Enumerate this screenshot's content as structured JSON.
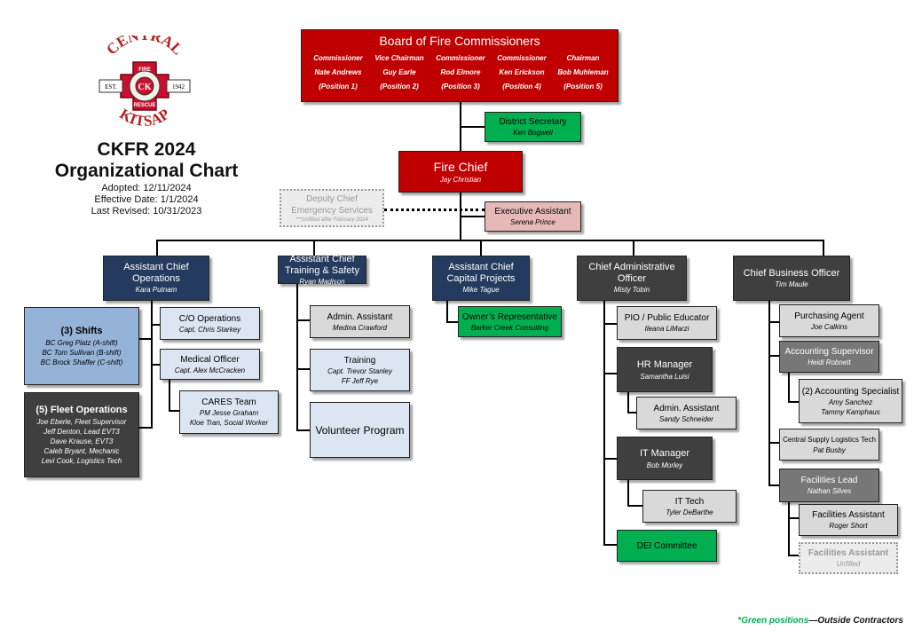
{
  "title": {
    "line1": "CKFR 2024",
    "line2": "Organizational Chart"
  },
  "dates": {
    "adopted": "Adopted: 12/11/2024",
    "effective": "Effective Date: 1/1/2024",
    "revised": "Last Revised: 10/31/2023"
  },
  "logo": {
    "top_text": "CENTRAL",
    "bottom_text": "KITSAP",
    "fire": "FIRE",
    "rescue": "RESCUE",
    "est": "EST.",
    "year": "1942",
    "mono": "CK"
  },
  "board": {
    "title": "Board of Fire Commissioners",
    "members": [
      {
        "role": "Commissioner",
        "name": "Nate Andrews",
        "position": "(Position 1)"
      },
      {
        "role": "Vice Chairman",
        "name": "Guy Earle",
        "position": "(Position 2)"
      },
      {
        "role": "Commissioner",
        "name": "Rod Elmore",
        "position": "(Position 3)"
      },
      {
        "role": "Commissioner",
        "name": "Ken Erickson",
        "position": "(Position 4)"
      },
      {
        "role": "Chairman",
        "name": "Bob Muhleman",
        "position": "(Position 5)"
      }
    ]
  },
  "district_secretary": {
    "title": "District Secretary",
    "name": "Ken Bogwell"
  },
  "fire_chief": {
    "title": "Fire Chief",
    "name": "Jay Christian"
  },
  "deputy_chief": {
    "title1": "Deputy Chief",
    "title2": "Emergency Services",
    "note": "***Unfilled after February 2024"
  },
  "exec_assistant": {
    "title": "Executive Assistant",
    "name": "Serena Prince"
  },
  "ac_ops": {
    "title1": "Assistant Chief",
    "title2": "Operations",
    "name": "Kara Putnam",
    "shifts": {
      "title": "(3) Shifts",
      "people": [
        "BC Greg Platz (A-shift)",
        "BC Tom Sullivan (B-shift)",
        "BC Brock Shaffer (C-shift)"
      ]
    },
    "fleet": {
      "title": "(5) Fleet Operations",
      "people": [
        "Joe Eberle, Fleet Supervisor",
        "Jeff Denton, Lead EVT3",
        "Dave Krause, EVT3",
        "Caleb Bryant, Mechanic",
        "Levi Cook, Logistics Tech"
      ]
    },
    "co_ops": {
      "title": "C/O Operations",
      "name": "Capt. Chris Starkey"
    },
    "medical": {
      "title": "Medical Officer",
      "name": "Capt. Alex McCracken"
    },
    "cares": {
      "title": "CARES Team",
      "people": [
        "PM Jesse Graham",
        "Kloe Tran, Social Worker"
      ]
    }
  },
  "ac_training": {
    "title1": "Assistant Chief",
    "title2": "Training & Safety",
    "name": "Ryan Madison",
    "admin": {
      "title": "Admin. Assistant",
      "name": "Medina Crawford"
    },
    "training": {
      "title": "Training",
      "people": [
        "Capt. Trevor Stanley",
        "FF Jeff Rye"
      ]
    },
    "volunteer": {
      "title": "Volunteer Program"
    }
  },
  "ac_capital": {
    "title1": "Assistant Chief",
    "title2": "Capital Projects",
    "name": "Mike Tague",
    "owner_rep": {
      "title": "Owner’s Representative",
      "name": "Barker Creek Consulting"
    }
  },
  "cao": {
    "title1": "Chief Administrative",
    "title2": "Officer",
    "name": "Misty Tobin",
    "pio": {
      "title": "PIO / Public Educator",
      "name": "Ileana LiMarzi"
    },
    "hr": {
      "title": "HR Manager",
      "name": "Samantha Luisi"
    },
    "hr_admin": {
      "title": "Admin. Assistant",
      "name": "Sandy Schneider"
    },
    "it": {
      "title": "IT Manager",
      "name": "Bob Morley"
    },
    "it_tech": {
      "title": "IT Tech",
      "name": "Tyler DeBarthe"
    },
    "dei": {
      "title": "DEI Committee"
    }
  },
  "cbo": {
    "title": "Chief Business Officer",
    "name": "Tim Maule",
    "purchasing": {
      "title": "Purchasing Agent",
      "name": "Joe Calkins"
    },
    "acct_sup": {
      "title": "Accounting Supervisor",
      "name": "Heidi Robnett"
    },
    "acct_spec": {
      "title": "(2) Accounting Specialist",
      "people": [
        "Amy Sanchez",
        "Tammy Kamphaus"
      ]
    },
    "supply": {
      "title": "Central Supply Logistics Tech",
      "name": "Pat Busby"
    },
    "facilities_lead": {
      "title": "Facilities Lead",
      "name": "Nathan Silves"
    },
    "facilities_asst": {
      "title": "Facilities Assistant",
      "name": "Roger Short"
    },
    "facilities_asst2": {
      "title": "Facilities Assistant",
      "name": "Unfilled"
    }
  },
  "footer": {
    "green": "*Green positions",
    "rest": "—Outside Contractors"
  },
  "colors": {
    "red": "#c00000",
    "navy": "#243a5e",
    "dark": "#3f3f3f",
    "green": "#00b050",
    "lightblue": "#dce6f2",
    "pink": "#e6b9b8"
  }
}
